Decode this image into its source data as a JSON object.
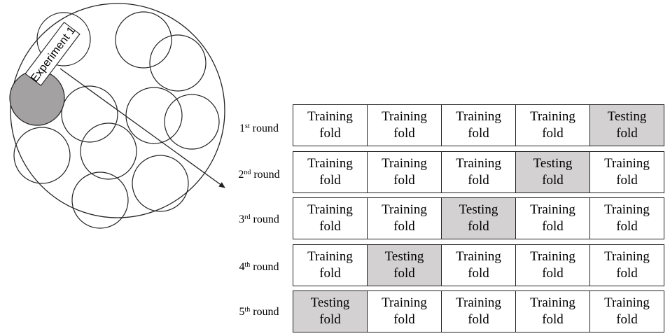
{
  "experiment_label": "Experiment 1",
  "rounds": [
    {
      "ordinal": "1",
      "suffix": "st",
      "word": "round",
      "test_fold": 5
    },
    {
      "ordinal": "2",
      "suffix": "nd",
      "word": "round",
      "test_fold": 4
    },
    {
      "ordinal": "3",
      "suffix": "rd",
      "word": "round",
      "test_fold": 3
    },
    {
      "ordinal": "4",
      "suffix": "th",
      "word": "round",
      "test_fold": 2
    },
    {
      "ordinal": "5",
      "suffix": "th",
      "word": "round",
      "test_fold": 1
    }
  ],
  "fold_labels": {
    "training_line1": "Training",
    "testing_line1": "Testing",
    "line2": "fold"
  },
  "colors": {
    "testing_fill": "#d3d1d2",
    "experiment_fill": "#a3a1a2",
    "stroke": "#222222"
  }
}
